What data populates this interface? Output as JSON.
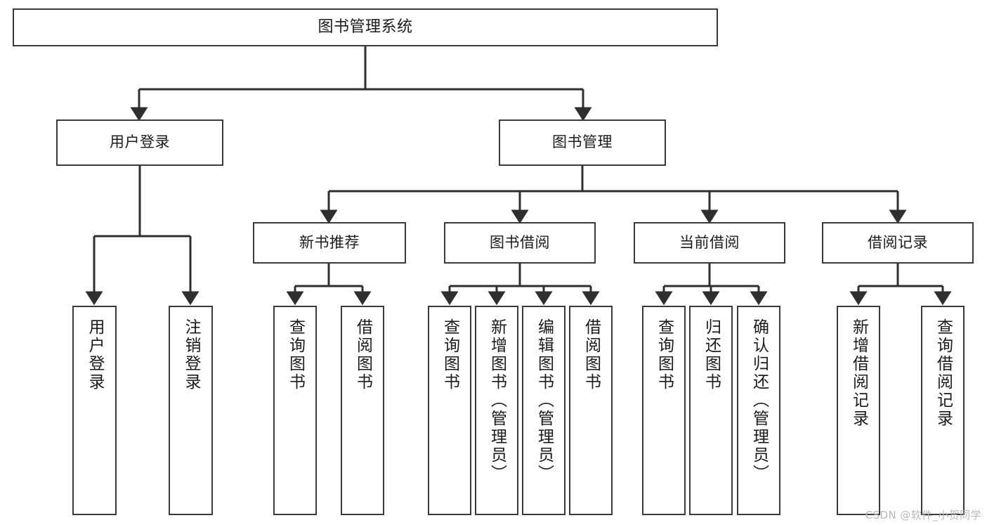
{
  "diagram": {
    "title": "图书管理系统",
    "type": "tree-hierarchy-diagram",
    "colors": {
      "box_border": "#3a3a3a",
      "box_fill": "#ffffff",
      "edge": "#2f2f2f",
      "text": "#1b1b1b",
      "watermark": "#b9b9b9",
      "background": "#ffffff"
    }
  },
  "root": {
    "label": "图书管理系统"
  },
  "level2": [
    {
      "label": "用户登录"
    },
    {
      "label": "图书管理"
    }
  ],
  "level3": [
    {
      "label": "新书推荐"
    },
    {
      "label": "图书借阅"
    },
    {
      "label": "当前借阅"
    },
    {
      "label": "借阅记录"
    }
  ],
  "leaves": {
    "user_login": [
      {
        "label": "用户登录"
      },
      {
        "label": "注销登录"
      }
    ],
    "new_book_recommend": [
      {
        "label": "查询图书"
      },
      {
        "label": "借阅图书"
      }
    ],
    "book_borrow": [
      {
        "label": "查询图书"
      },
      {
        "label": "新增图书（管理员）"
      },
      {
        "label": "编辑图书（管理员）"
      },
      {
        "label": "借阅图书"
      }
    ],
    "current_borrow": [
      {
        "label": "查询图书"
      },
      {
        "label": "归还图书"
      },
      {
        "label": "确认归还（管理员）"
      }
    ],
    "borrow_record": [
      {
        "label": "新增借阅记录"
      },
      {
        "label": "查询借阅记录"
      }
    ]
  },
  "watermark": {
    "text": "CSDN @软件_小贺同学"
  }
}
